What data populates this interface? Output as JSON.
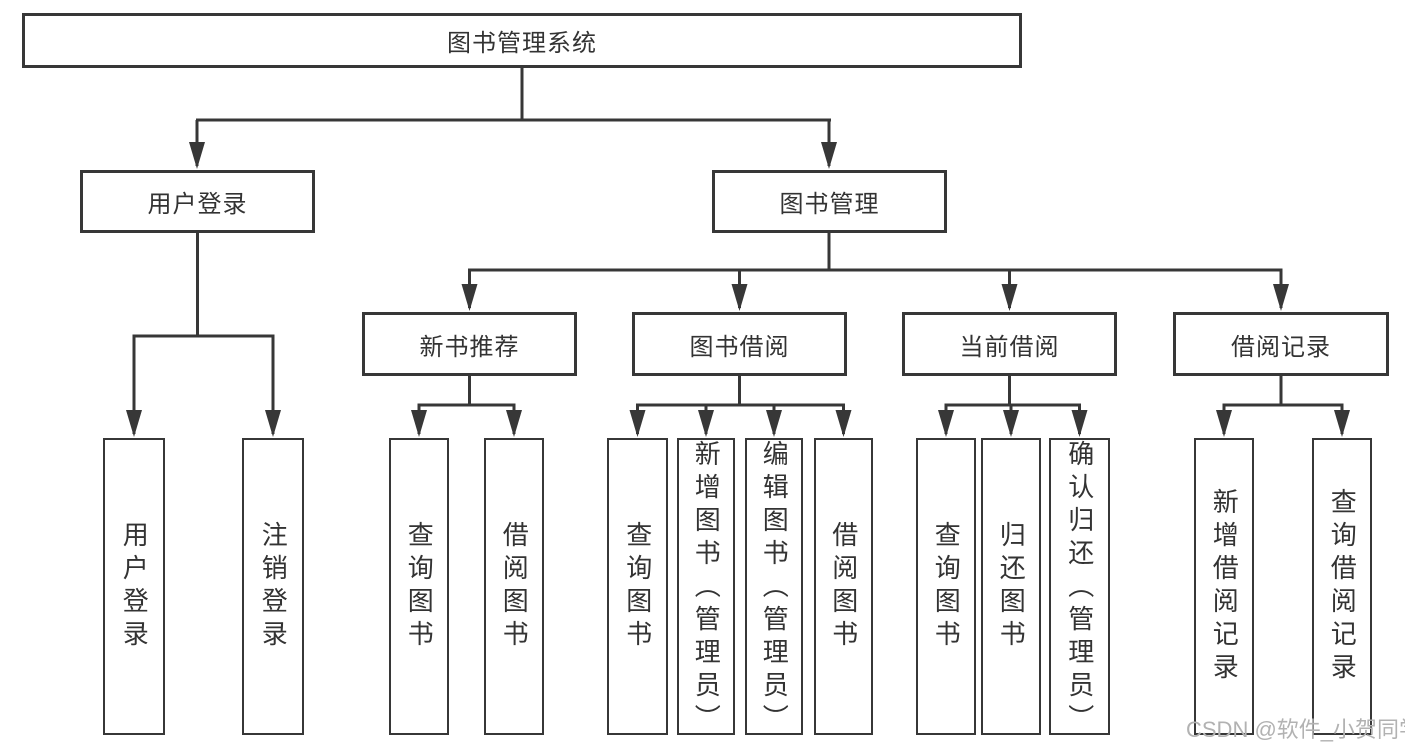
{
  "tree": {
    "label": "图书管理系统",
    "children": [
      {
        "label": "用户登录",
        "children": [
          {
            "label": "用户登录"
          },
          {
            "label": "注销登录"
          }
        ]
      },
      {
        "label": "图书管理",
        "children": [
          {
            "label": "新书推荐",
            "children": [
              {
                "label": "查询图书"
              },
              {
                "label": "借阅图书"
              }
            ]
          },
          {
            "label": "图书借阅",
            "children": [
              {
                "label": "查询图书"
              },
              {
                "label": "新增图书（管理员）"
              },
              {
                "label": "编辑图书（管理员）"
              },
              {
                "label": "借阅图书"
              }
            ]
          },
          {
            "label": "当前借阅",
            "children": [
              {
                "label": "查询图书"
              },
              {
                "label": "归还图书"
              },
              {
                "label": "确认归还（管理员）"
              }
            ]
          },
          {
            "label": "借阅记录",
            "children": [
              {
                "label": "新增借阅记录"
              },
              {
                "label": "查询借阅记录"
              }
            ]
          }
        ]
      }
    ]
  },
  "watermark": "CSDN @软件_小贺同学",
  "colors": {
    "line": "#373737",
    "text": "#333333",
    "background": "#ffffff",
    "watermark": "#b2b2b2"
  }
}
